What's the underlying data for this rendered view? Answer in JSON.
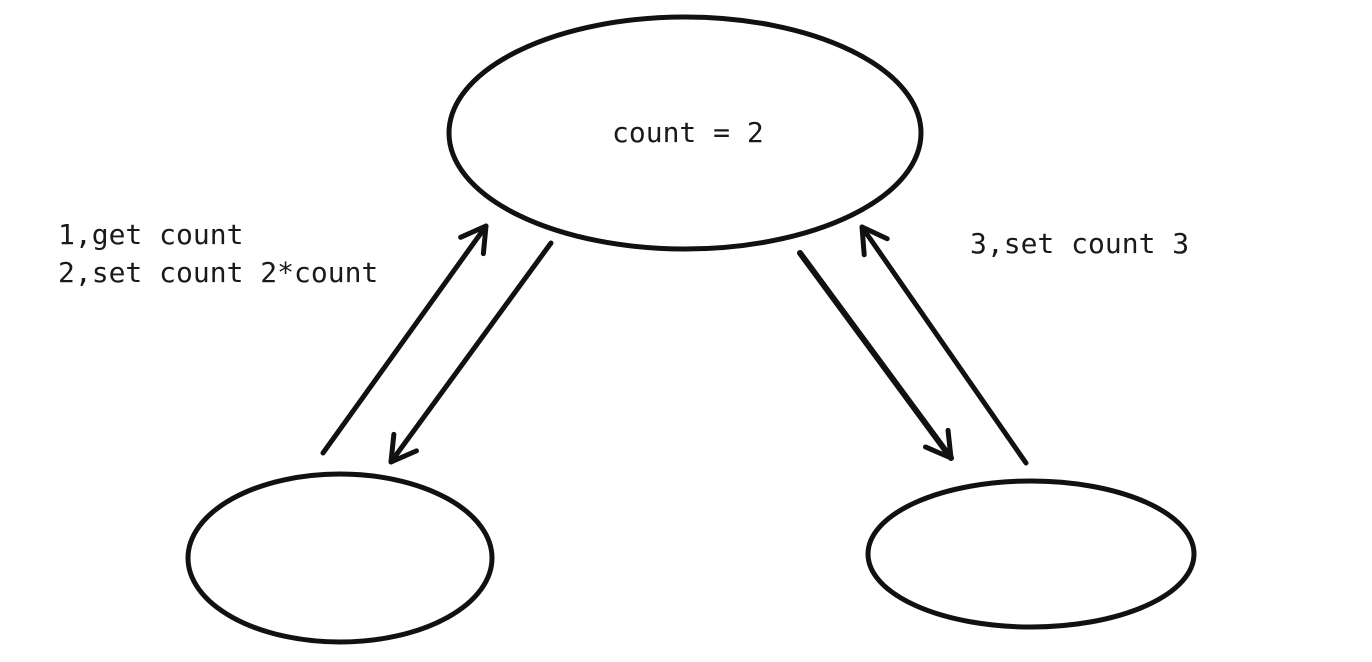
{
  "colors": {
    "stroke": "#111111",
    "text": "#1a1a1a",
    "background": "#ffffff"
  },
  "nodes": {
    "center": {
      "label": "count = 2"
    },
    "left": {
      "label": ""
    },
    "right": {
      "label": ""
    }
  },
  "annotations": {
    "left": [
      "1,get count",
      "2,set count 2*count"
    ],
    "right": [
      "3,set count 3"
    ]
  }
}
